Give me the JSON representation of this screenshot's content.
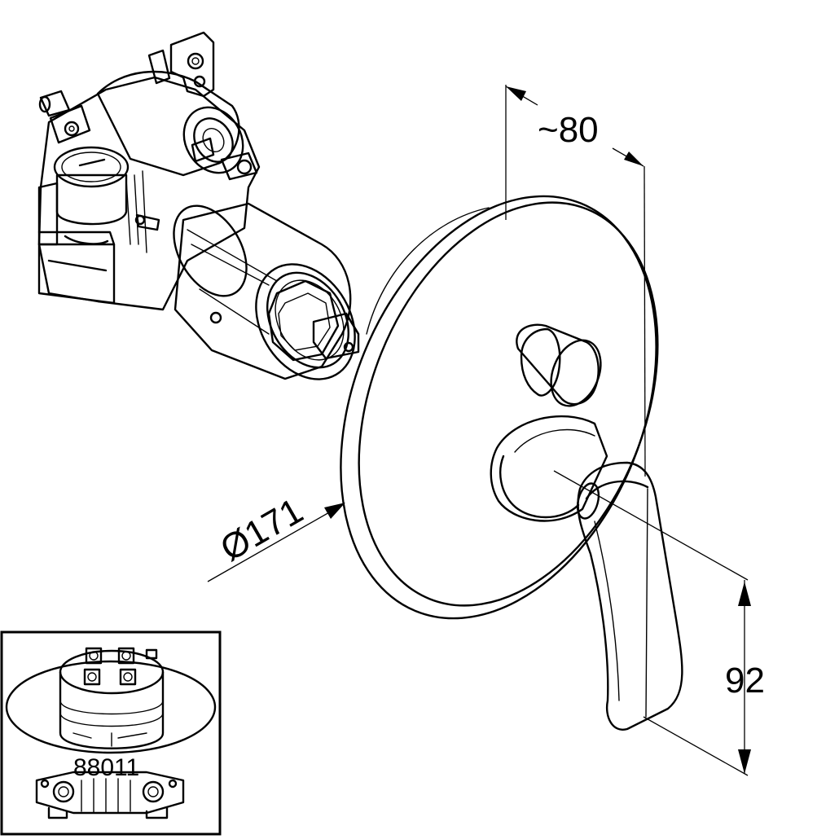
{
  "dimensions": {
    "depth_label": "~80",
    "diameter_label": "Ø171",
    "height_label": "92"
  },
  "inset": {
    "part_number": "88011"
  }
}
